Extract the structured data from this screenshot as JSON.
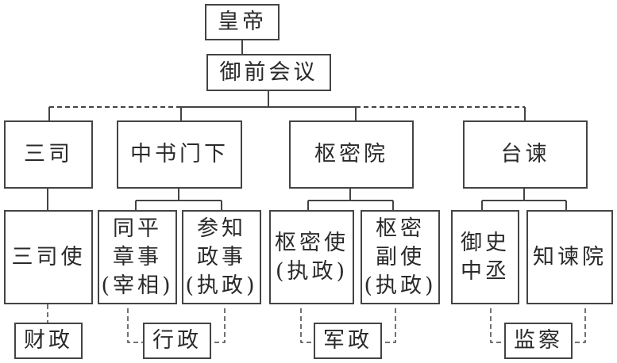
{
  "emperor": "皇帝",
  "council": "御前会议",
  "departments": [
    {
      "label": "三司"
    },
    {
      "label": "中书门下"
    },
    {
      "label": "枢密院"
    },
    {
      "label": "台谏"
    }
  ],
  "officials": [
    {
      "lines": [
        "三司使"
      ]
    },
    {
      "lines": [
        "同平",
        "章事",
        "(宰相)"
      ]
    },
    {
      "lines": [
        "参知",
        "政事",
        "(执政)"
      ]
    },
    {
      "lines": [
        "枢密使",
        "(执政)"
      ]
    },
    {
      "lines": [
        "枢密",
        "副使",
        "(执政)"
      ]
    },
    {
      "lines": [
        "御史",
        "中丞"
      ]
    },
    {
      "lines": [
        "知谏院"
      ]
    }
  ],
  "functions": [
    {
      "label": "财政"
    },
    {
      "label": "行政"
    },
    {
      "label": "军政"
    },
    {
      "label": "监察"
    }
  ]
}
